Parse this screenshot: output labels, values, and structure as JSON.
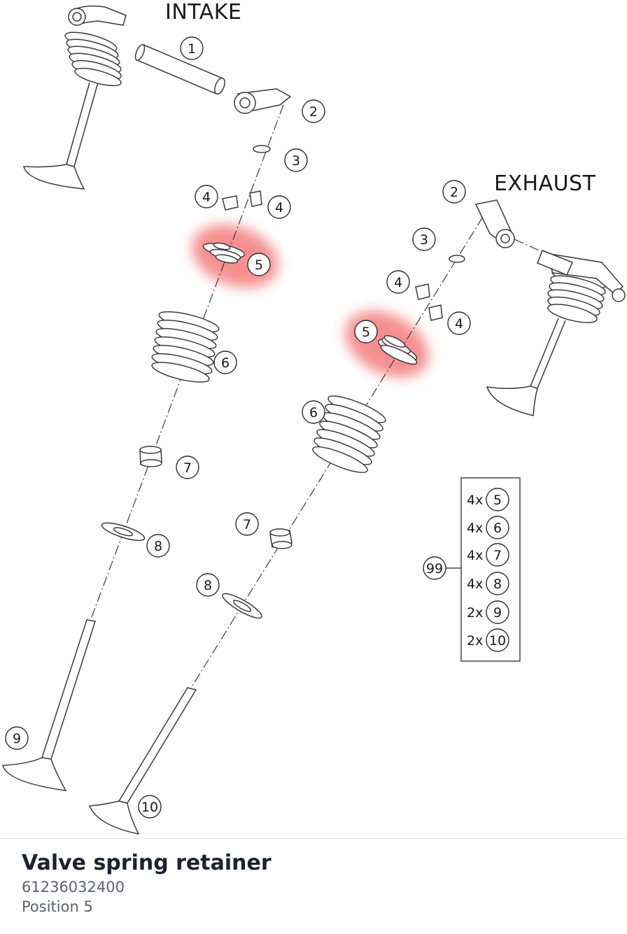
{
  "diagram": {
    "label_intake": "INTAKE",
    "label_exhaust": "EXHAUST",
    "highlight_color": "#f26b6b",
    "callouts": {
      "c1": "1",
      "c2": "2",
      "c3": "3",
      "c4": "4",
      "c5": "5",
      "c6": "6",
      "c7": "7",
      "c8": "8",
      "c9": "9",
      "c10": "10",
      "c99": "99"
    },
    "kit": [
      {
        "qty": "4x",
        "pos": "5"
      },
      {
        "qty": "4x",
        "pos": "6"
      },
      {
        "qty": "4x",
        "pos": "7"
      },
      {
        "qty": "4x",
        "pos": "8"
      },
      {
        "qty": "2x",
        "pos": "9"
      },
      {
        "qty": "2x",
        "pos": "10"
      }
    ]
  },
  "part": {
    "name": "Valve spring retainer",
    "number": "61236032400",
    "position": "Position 5"
  }
}
